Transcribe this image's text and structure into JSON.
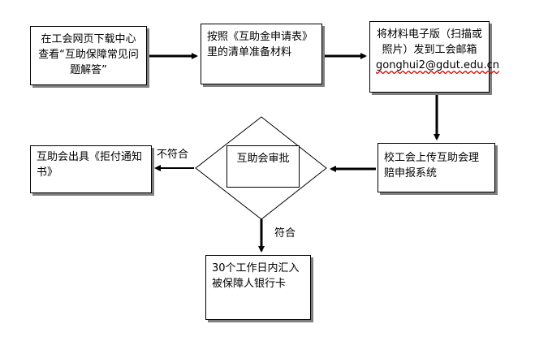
{
  "nodes": {
    "download_guide": "在工会网页下载中心查看“互助保障常见问题解答”",
    "prepare_materials": "按照《互助金申请表》里的清单准备材料",
    "email_materials": "将材料电子版（扫描或照片）发到工会邮箱",
    "email_address": "gonghui2@gdut.edu.cn",
    "upload_system": "校工会上传互助会理赔申报系统",
    "review": "互助会审批",
    "refusal_notice": "互助会出具《拒付通知书》",
    "payment": "30个工作日内汇入被保障人银行卡"
  },
  "edges": {
    "fail_label": "不符合",
    "pass_label": "符合"
  }
}
